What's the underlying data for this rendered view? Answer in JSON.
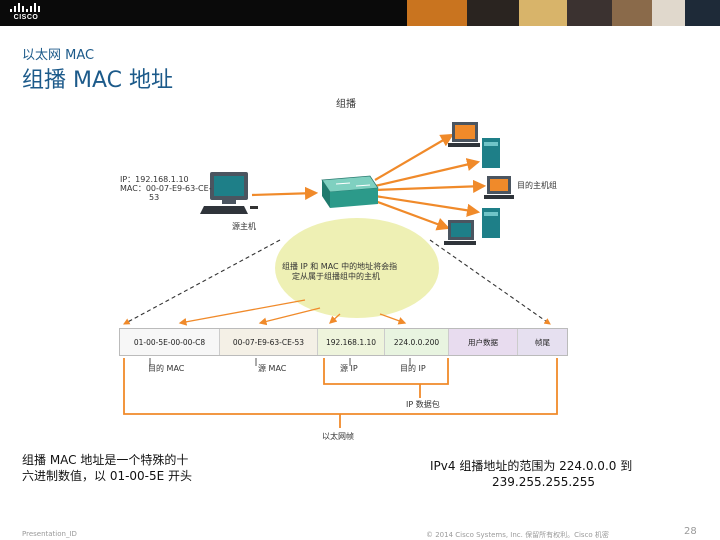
{
  "header": {
    "logo_text": "CISCO",
    "subtitle": "以太网 MAC",
    "title": "组播 MAC 地址"
  },
  "diagram": {
    "multicast_label": "组播",
    "source_info_lines": [
      "IP：192.168.1.10",
      "MAC：00-07-E9-63-CE-",
      "53"
    ],
    "source_host_label": "源主机",
    "target_group_label": "目的主机组",
    "ellipse_lines": [
      "组播 IP 和 MAC 中的地址将会指",
      "定从属于组播组中的主机"
    ],
    "frame_fields": [
      {
        "text": "01-00-5E-00-00-C8",
        "fill": "#f7f7f7"
      },
      {
        "text": "00-07-E9-63-CE-53",
        "fill": "#f4f0e6"
      },
      {
        "text": "192.168.1.10",
        "fill": "#eef4dc"
      },
      {
        "text": "224.0.0.200",
        "fill": "#e8f4e0"
      },
      {
        "text": "用户数据",
        "fill": "#e8dcef"
      },
      {
        "text": "帧尾",
        "fill": "#e6e0f0"
      }
    ],
    "field_labels": {
      "dest_mac": "目的 MAC",
      "source_mac": "源 MAC",
      "source_ip": "源 IP",
      "dest_ip": "目的 IP",
      "ip_packet": "IP 数据包",
      "ethernet_frame": "以太网帧"
    }
  },
  "notes": {
    "left": [
      "组播 MAC 地址是一个特殊的十",
      "六进制数值，以 01-00-5E 开头"
    ],
    "right": [
      "IPv4 组播地址的范围为 224.0.0.0 到",
      "239.255.255.255"
    ]
  },
  "footer": {
    "left": "Presentation_ID",
    "center": "© 2014 Cisco Systems, Inc. 保留所有权利。Cisco 机密",
    "page_number": "28"
  },
  "colors": {
    "accent_orange": "#f08a2a",
    "title_blue": "#1c5a8a",
    "ellipse_fill": "#eef0b4",
    "switch_teal": "#2c9a8a",
    "pc_teal": "#1e7f88"
  },
  "icons": [
    "cisco-logo-icon",
    "switch-icon",
    "source-pc-icon",
    "target-pc-icon",
    "target-server-icon"
  ]
}
